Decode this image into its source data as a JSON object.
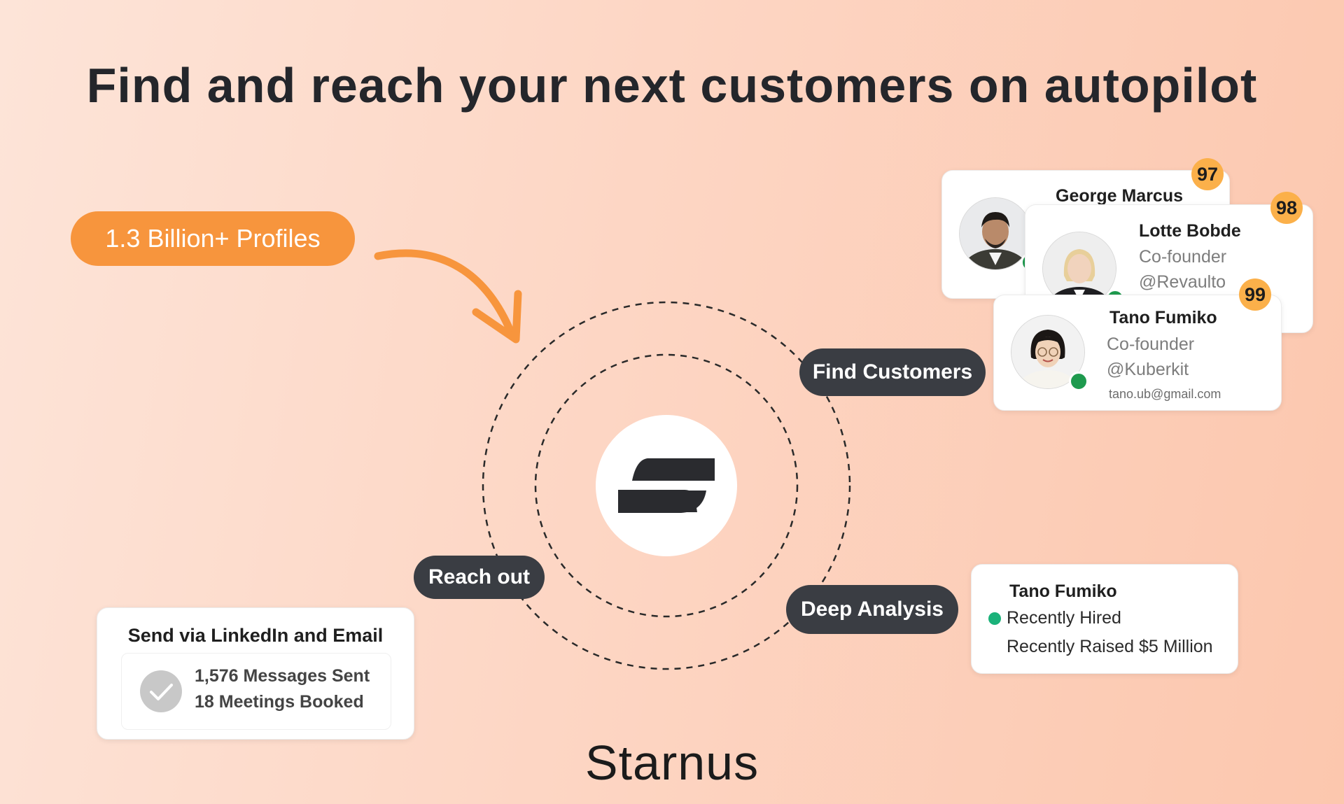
{
  "headline": "Find and reach your next customers on autopilot",
  "profiles_pill": "1.3 Billion+ Profiles",
  "labels": {
    "find_customers": "Find Customers",
    "reach_out": "Reach out",
    "deep_analysis": "Deep Analysis"
  },
  "contacts": [
    {
      "name": "George Marcus",
      "score": "97"
    },
    {
      "name": "Lotte Bobde",
      "title": "Co-founder",
      "company": "@Revaulto",
      "score": "98"
    },
    {
      "name": "Tano Fumiko",
      "title": "Co-founder",
      "company": "@Kuberkit",
      "email": "tano.ub@gmail.com",
      "score": "99"
    }
  ],
  "analysis": {
    "name": "Tano Fumiko",
    "signal1": "Recently Hired",
    "signal2": "Recently Raised $5 Million"
  },
  "outreach": {
    "title": "Send via LinkedIn and Email",
    "messages": "1,576 Messages Sent",
    "meetings": "18 Meetings Booked"
  },
  "brand": "Starnus",
  "colors": {
    "accent": "#f7953d",
    "dark_pill": "#3a3d43",
    "score": "#fbb04a",
    "status_green": "#1e9a4e",
    "signal_green": "#1bb27a"
  }
}
